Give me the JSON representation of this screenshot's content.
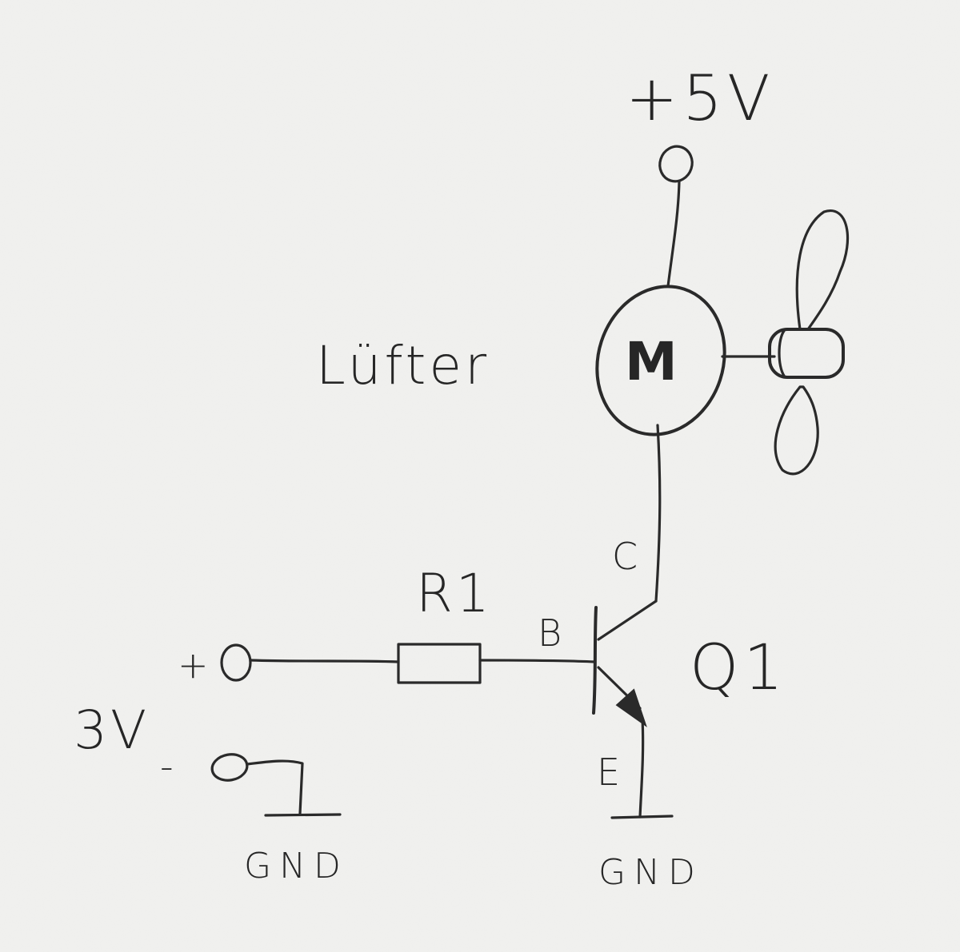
{
  "diagram": {
    "labels": {
      "supply": "+5V",
      "fan": "Lüfter",
      "motor": "M",
      "collector": "C",
      "base": "B",
      "emitter": "E",
      "resistor": "R1",
      "transistor": "Q1",
      "input_plus": "+",
      "input_minus": "-",
      "input_voltage": "3V",
      "ground_left": "GND",
      "ground_right": "GND"
    },
    "colors": {
      "ink": "#2a2a2a",
      "paper": "#f1f1ef"
    }
  }
}
